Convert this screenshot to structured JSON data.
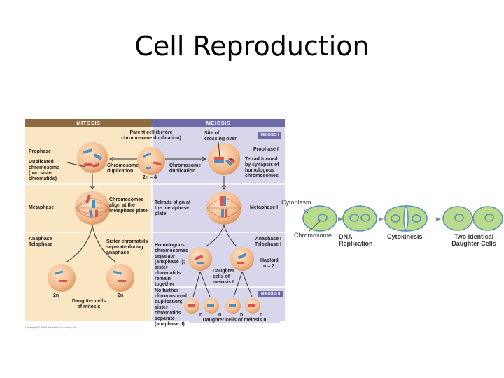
{
  "slide": {
    "title": "Cell Reproduction"
  },
  "left_figure": {
    "mitosis_header": "MITOSIS",
    "meiosis_header": "MEIOSIS",
    "parent_cell": "Parent cell (before chromosome duplication)",
    "site_crossing": "Site of crossing over",
    "meiosis1_tag": "MEIOSIS I",
    "prophase": "Prophase",
    "duplicated_chromosome": "Duplicated chromosome (two sister chromatids)",
    "chromosome_duplication_left": "Chromosome duplication",
    "chromosome_duplication_right": "Chromosome duplication",
    "two_n_parent": "2n = 4",
    "prophase_i": "Prophase I",
    "tetrad_formed": "Tetrad formed by synapsis of homologous chromosomes",
    "metaphase": "Metaphase",
    "chromosomes_align": "Chromosomes align at the metaphase plate",
    "tetrads_align": "Tetrads align at the metaphase plate",
    "metaphase_i": "Metaphase I",
    "anaphase_telophase": "Anaphase Telophase",
    "sister_separate": "Sister chromatids separate during anaphase",
    "homologous_separate": "Homologous chromosomes separate (anaphase I); sister chromatids remain together",
    "anaphase_telophase_i": "Anaphase I Telophase I",
    "haploid": "Haploid",
    "haploid_n": "n = 2",
    "daughter_meiosis_i": "Daughter cells of meiosis I",
    "two_n_a": "2n",
    "two_n_b": "2n",
    "daughter_mitosis": "Daughter cells of mitosis",
    "meiosis2_tag": "MEIOSIS II",
    "no_further": "No further chromosomal duplication; sister chromatids separate (anaphase II)",
    "n_labels": [
      "n",
      "n",
      "n",
      "n"
    ],
    "daughter_meiosis_ii": "Daughter cells of meiosis II",
    "copyright": "Copyright © 2008 Pearson Education, Inc."
  },
  "right_figure": {
    "cytoplasm": "Cytoplasm",
    "chromosome": "Chromosome",
    "dna_replication": "DNA Replication",
    "cytokinesis": "Cytokinesis",
    "two_identical": "Two Identical Daughter Cells"
  },
  "colors": {
    "mitosis_bg": "#fbe6c4",
    "meiosis_bg": "#d8d6ea",
    "mitosis_header": "#8e6a43",
    "meiosis_header": "#6e6aa8",
    "cell_green": "#b9dc8c",
    "cell_outline": "#5b8fb5",
    "arrow_gray": "#8a8a8a"
  }
}
